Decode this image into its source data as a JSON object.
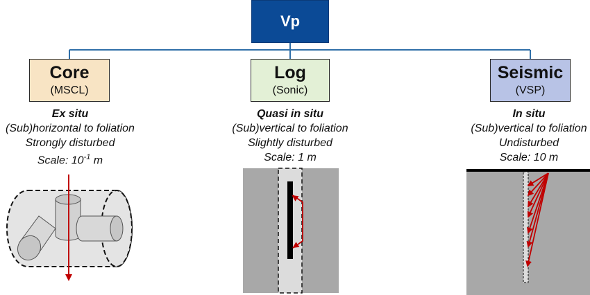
{
  "root": {
    "label": "Vp"
  },
  "methods": [
    {
      "title": "Core",
      "subtitle": "(MSCL)",
      "setting": "Ex situ",
      "orientation": "(Sub)horizontal to foliation",
      "disturbance": "Strongly disturbed",
      "scale_prefix": "Scale: 10",
      "scale_exp": "-1",
      "scale_unit": " m"
    },
    {
      "title": "Log",
      "subtitle": "(Sonic)",
      "setting": "Quasi in situ",
      "orientation": "(Sub)vertical to foliation",
      "disturbance": "Slightly disturbed",
      "scale": "Scale: 1 m"
    },
    {
      "title": "Seismic",
      "subtitle": "(VSP)",
      "setting": "In situ",
      "orientation": "(Sub)vertical to foliation",
      "disturbance": "Undisturbed",
      "scale": "Scale: 10 m"
    }
  ],
  "colors": {
    "root_fill": "#0b4a96",
    "connector": "#2f6fa8",
    "core_fill": "#f8e4c4",
    "log_fill": "#e3f0d6",
    "seismic_fill": "#b8c3e6",
    "rock_gray": "#a8a8a8",
    "borehole_light": "#dcdcdc",
    "arrow_red": "#c00000"
  }
}
